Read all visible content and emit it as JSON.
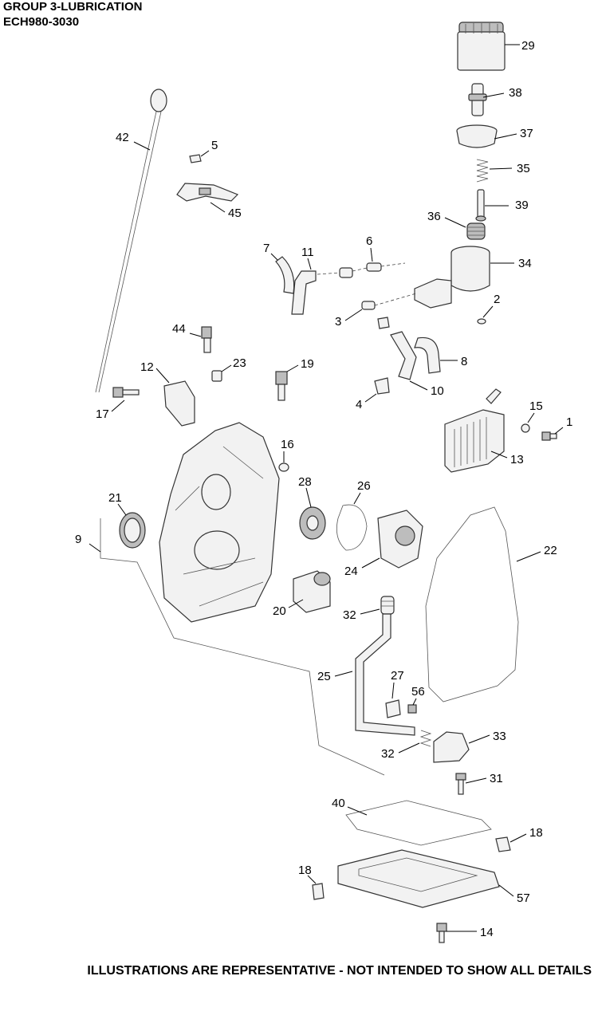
{
  "header": {
    "title": "GROUP 3-LUBRICATION",
    "model": "ECH980-3030"
  },
  "footer": {
    "note": "ILLUSTRATIONS ARE REPRESENTATIVE - NOT INTENDED TO SHOW ALL DETAILS"
  },
  "callouts": {
    "c1": "1",
    "c2": "2",
    "c3": "3",
    "c4": "4",
    "c5": "5",
    "c6": "6",
    "c7": "7",
    "c8": "8",
    "c9": "9",
    "c10": "10",
    "c11": "11",
    "c12": "12",
    "c13": "13",
    "c14": "14",
    "c15": "15",
    "c16": "16",
    "c17": "17",
    "c18a": "18",
    "c18b": "18",
    "c19": "19",
    "c20": "20",
    "c21": "21",
    "c22": "22",
    "c23": "23",
    "c24": "24",
    "c25": "25",
    "c26": "26",
    "c27": "27",
    "c28": "28",
    "c29": "29",
    "c31": "31",
    "c32a": "32",
    "c32b": "32",
    "c33": "33",
    "c34": "34",
    "c35": "35",
    "c36": "36",
    "c37": "37",
    "c38": "38",
    "c39": "39",
    "c40": "40",
    "c42": "42",
    "c44": "44",
    "c45": "45",
    "c56": "56",
    "c57": "57"
  }
}
